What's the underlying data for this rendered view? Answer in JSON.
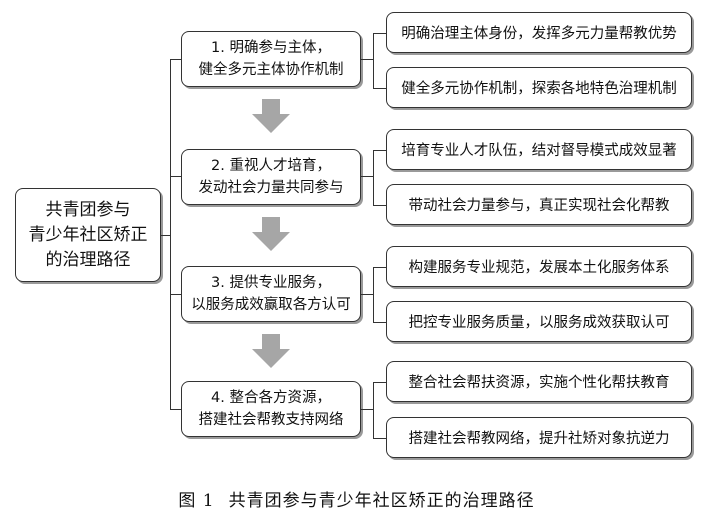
{
  "root": {
    "line1": "共青团参与",
    "line2": "青少年社区矫正",
    "line3": "的治理路径"
  },
  "steps": [
    {
      "line1": "1. 明确参与主体，",
      "line2": "健全多元主体协作机制",
      "leaves": [
        "明确治理主体身份，发挥多元力量帮教优势",
        "健全多元协作机制，探索各地特色治理机制"
      ]
    },
    {
      "line1": "2. 重视人才培育，",
      "line2": "发动社会力量共同参与",
      "leaves": [
        "培育专业人才队伍，结对督导模式成效显著",
        "带动社会力量参与，真正实现社会化帮教"
      ]
    },
    {
      "line1": "3. 提供专业服务，",
      "line2": "以服务成效赢取各方认可",
      "leaves": [
        "构建服务专业规范，发展本土化服务体系",
        "把控专业服务质量，以服务成效获取认可"
      ]
    },
    {
      "line1": "4. 整合各方资源，",
      "line2": "搭建社会帮教支持网络",
      "leaves": [
        "整合社会帮扶资源，实施个性化帮扶教育",
        "搭建社会帮教网络，提升社矫对象抗逆力"
      ]
    }
  ],
  "caption": {
    "figure": "图 1",
    "title": "共青团参与青少年社区矫正的治理路径"
  },
  "colors": {
    "border": "#333333",
    "arrow": "#a6a6a6",
    "shadow": "#9a9a9a"
  }
}
